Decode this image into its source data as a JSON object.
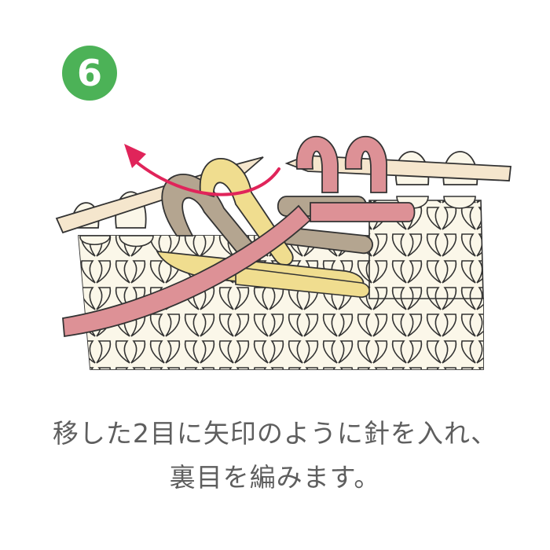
{
  "step": {
    "number": "6"
  },
  "instruction": {
    "line1": "移した2目に矢印のように針を入れ、",
    "line2": "裏目を編みます。"
  },
  "colors": {
    "badge": "#4cb257",
    "base_yarn": "#fbf7e9",
    "brown_yarn": "#b4a590",
    "yellow_yarn": "#f0dd8f",
    "pink_yarn": "#dd9196",
    "needle": "#f5e6cd",
    "arrow": "#e0245a",
    "outline": "#333333"
  },
  "icons": {
    "direction_arrow": "curved-arrow-icon",
    "needle": "knitting-needle-icon"
  }
}
